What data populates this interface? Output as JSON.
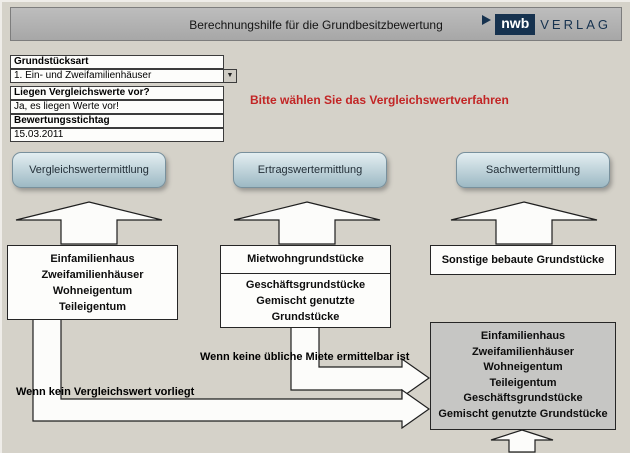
{
  "header": {
    "title": "Berechnungshilfe für die Grundbesitzbewertung",
    "logo": {
      "mark": "nwb",
      "name": "VERLAG"
    }
  },
  "form": {
    "grundstuecksart": {
      "label": "Grundstücksart",
      "value": "1. Ein- und Zweifamilienhäuser"
    },
    "vergleichswerte": {
      "label": "Liegen Vergleichswerte vor?",
      "value": "Ja, es liegen Werte vor!"
    },
    "stichtag": {
      "label": "Bewertungsstichtag",
      "value": "15.03.2011"
    }
  },
  "instruction": "Bitte wählen Sie das Vergleichswertverfahren",
  "methods": [
    {
      "label": "Vergleichswertermittlung"
    },
    {
      "label": "Ertragswertermittlung"
    },
    {
      "label": "Sachwertermittlung"
    }
  ],
  "boxes": {
    "vergleichswert": {
      "lines": [
        "Einfamilienhaus",
        "Zweifamilienhäuser",
        "Wohneigentum",
        "Teileigentum"
      ]
    },
    "ertragswert": {
      "top": "Mietwohngrundstücke",
      "bottom": [
        "Geschäftsgrundstücke",
        "Gemischt genutzte",
        "Grundstücke"
      ]
    },
    "sachwert": {
      "title": "Sonstige bebaute Grundstücke"
    },
    "sachwert_fallback": {
      "lines": [
        "Einfamilienhaus",
        "Zweifamilienhäuser",
        "Wohneigentum",
        "Teileigentum",
        "Geschäftsgrundstücke",
        "Gemischt genutzte Grundstücke"
      ]
    }
  },
  "flow_labels": {
    "no_rent": "Wenn keine übliche Miete ermittelbar ist",
    "no_comparison": "Wenn kein Vergleichswert vorliegt"
  },
  "colors": {
    "background": "#d5d2c9",
    "header_bar": "#b0b0b0",
    "button_top": "#e3eef1",
    "button_bottom": "#9db9c4",
    "accent_red": "#c22525",
    "logo_navy": "#16324f",
    "gray_box": "#c6c6c4",
    "arrow_fill": "#fcfcfa"
  }
}
